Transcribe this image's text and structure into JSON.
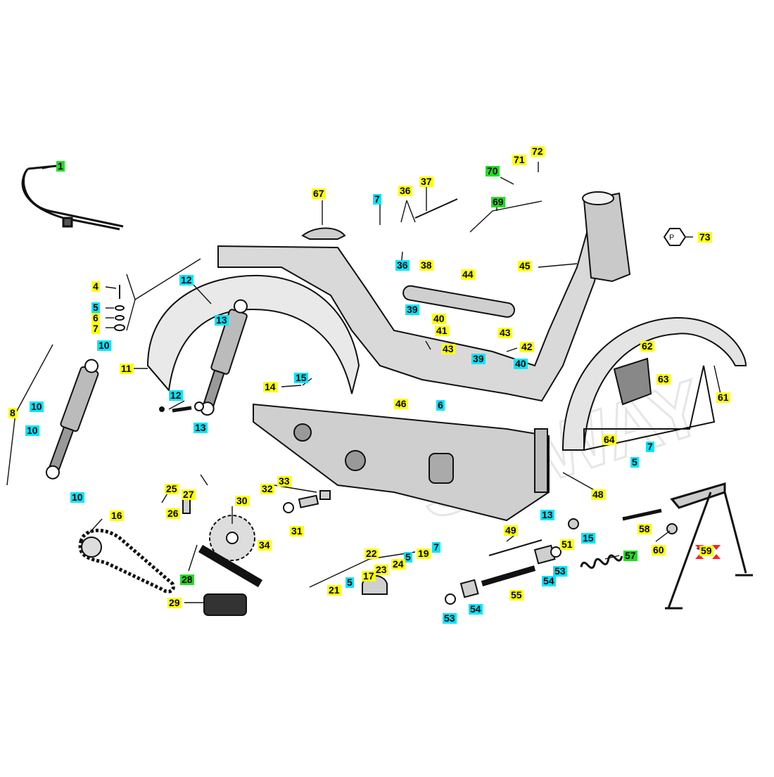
{
  "colors": {
    "yellow": "#ffff00",
    "cyan": "#00e5ff",
    "green": "#22dd22",
    "ink": "#111111",
    "marker": "#ff2222"
  },
  "watermark": "SIPWAY",
  "labels": {
    "p1": "1",
    "p4": "4",
    "p5a": "5",
    "p6a": "6",
    "p7a": "7",
    "p8": "8",
    "p10a": "10",
    "p10b": "10",
    "p10c": "10",
    "p10d": "10",
    "p11": "11",
    "p12a": "12",
    "p12b": "12",
    "p13a": "13",
    "p13b": "13",
    "p13c": "13",
    "p14": "14",
    "p15a": "15",
    "p15b": "15",
    "p16": "16",
    "p17": "17",
    "p19": "19",
    "p21": "21",
    "p22": "22",
    "p23": "23",
    "p24": "24",
    "p25": "25",
    "p26": "26",
    "p27": "27",
    "p28": "28",
    "p29": "29",
    "p30": "30",
    "p31": "31",
    "p32": "32",
    "p33": "33",
    "p34": "34",
    "p5b": "5",
    "p5c": "5",
    "p5d": "5",
    "p6b": "6",
    "p7b": "7",
    "p7c": "7",
    "p7d": "7",
    "p36a": "36",
    "p36b": "36",
    "p37": "37",
    "p38": "38",
    "p39a": "39",
    "p39b": "39",
    "p40a": "40",
    "p40b": "40",
    "p41": "41",
    "p42": "42",
    "p43a": "43",
    "p43b": "43",
    "p44": "44",
    "p45": "45",
    "p46": "46",
    "p48": "48",
    "p49": "49",
    "p51": "51",
    "p53a": "53",
    "p53b": "53",
    "p54a": "54",
    "p54b": "54",
    "p55": "55",
    "p57": "57",
    "p58": "58",
    "p59": "59",
    "p60": "60",
    "p61": "61",
    "p62": "62",
    "p63": "63",
    "p64": "64",
    "p67": "67",
    "p69": "69",
    "p70": "70",
    "p71": "71",
    "p72": "72",
    "p73": "73"
  }
}
